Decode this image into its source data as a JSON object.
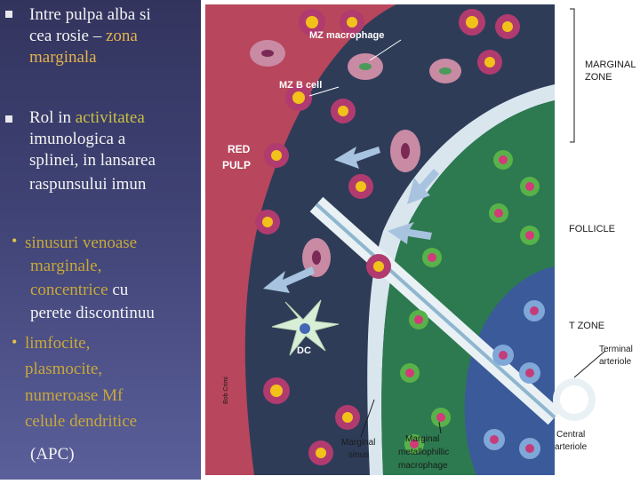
{
  "bullets": {
    "b1": {
      "line1": "Intre pulpa alba si",
      "line2a": "cea rosie – ",
      "line2b": "zona",
      "line3": "marginala"
    },
    "b2": {
      "line1a": "Rol in ",
      "line1b": "activitatea",
      "line2": "imunologica a",
      "line3": "splinei, in lansarea",
      "line4": "raspunsului imun"
    },
    "b3": {
      "line1": "sinusuri venoase",
      "line2": "marginale,",
      "line3a": "concentrice",
      "line3b": " cu",
      "line4": "perete  discontinuu"
    },
    "b4": {
      "line1": "limfocite,",
      "line2": "plasmocite,",
      "line3": "numeroase Mf",
      "line4": "celule dendritice",
      "line5": "(APC)"
    }
  },
  "figure": {
    "labels": {
      "mz_macrophage": "MZ macrophage",
      "mz_b_cell": "MZ B cell",
      "red_pulp_1": "RED",
      "red_pulp_2": "PULP",
      "marginal_zone_1": "MARGINAL",
      "marginal_zone_2": "ZONE",
      "follicle": "FOLLICLE",
      "t_zone": "T ZONE",
      "dc": "DC",
      "terminal_arteriole_1": "Terminal",
      "terminal_arteriole_2": "arteriole",
      "central_arteriole_1": "Central",
      "central_arteriole_2": "arteriole",
      "marginal_sinus_1": "Marginal",
      "marginal_sinus_2": "sinus",
      "mmm_1": "Marginal",
      "mmm_2": "metallophillic",
      "mmm_3": "macrophage",
      "credit": "Bob Crimi"
    },
    "colors": {
      "red_pulp": "#b8465c",
      "marginal_zone": "#2f3c58",
      "follicle": "#2d7a50",
      "t_zone": "#3a5a9a"
    }
  }
}
